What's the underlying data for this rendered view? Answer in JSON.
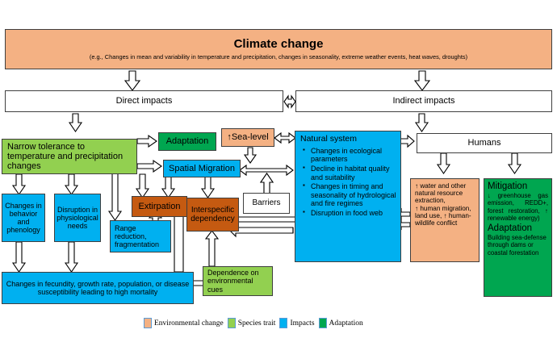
{
  "palette": {
    "environmental_change": "#f4b183",
    "species_trait": "#92d050",
    "impacts": "#00b0f0",
    "adaptation": "#00a650",
    "extirpation": "#c55a11",
    "white": "#ffffff",
    "outline": "#3f3f3f"
  },
  "climate_change": {
    "title": "Climate change",
    "subtitle": "(e.g., Changes in mean and variability in temperature and precipitation, changes in seasonality, extreme weather events, heat waves, droughts)"
  },
  "impact_row": {
    "direct": "Direct impacts",
    "indirect": "Indirect impacts"
  },
  "nodes": {
    "narrow_tolerance": "Narrow tolerance to temperature and precipitation changes",
    "adaptation": "Adaptation",
    "sea_level": "↑Sea-level",
    "spatial_migration": "Spatial Migration",
    "barriers": "Barriers",
    "extirpation": "Extirpation",
    "interspecific_dependency": "Interspecific dependency",
    "changes_behavior": "Changes in behavior and phenology",
    "disruption_physiological": "Disruption in physiological needs",
    "range_reduction": "Range reduction, fragmentation",
    "changes_fecundity": "Changes in fecundity, growth rate, population, or disease susceptibility leading to high mortality",
    "dependence_cues": "Dependence on environmental cues",
    "humans": "Humans"
  },
  "natural_system": {
    "title": "Natural system",
    "bullets": [
      "Changes in ecological parameters",
      "Decline in habitat quality and suitability",
      "Changes in timing and seasonality of hydrological and  fire regimes",
      "Disruption in food web"
    ]
  },
  "human_pressures": {
    "lines": [
      "↑ water and other",
      "natural resource",
      "extraction,",
      "↑ human migration,",
      "land use, ↑ human-",
      "wildlife conflict"
    ]
  },
  "mitigation_adaptation": {
    "mitigation_heading": "Mitigation",
    "mitigation_body": "↓ greenhouse gas emission, REDD+, forest restoration, ↑ renewable energy)",
    "adaptation_heading": "Adaptation",
    "adaptation_body": "Building sea-defense through dams or coastal forestation"
  },
  "legend": {
    "items": [
      {
        "label": "Environmental change",
        "color": "#f4b183"
      },
      {
        "label": "Species trait",
        "color": "#92d050"
      },
      {
        "label": "Impacts",
        "color": "#00b0f0"
      },
      {
        "label": "Adaptation",
        "color": "#00a650"
      }
    ]
  }
}
